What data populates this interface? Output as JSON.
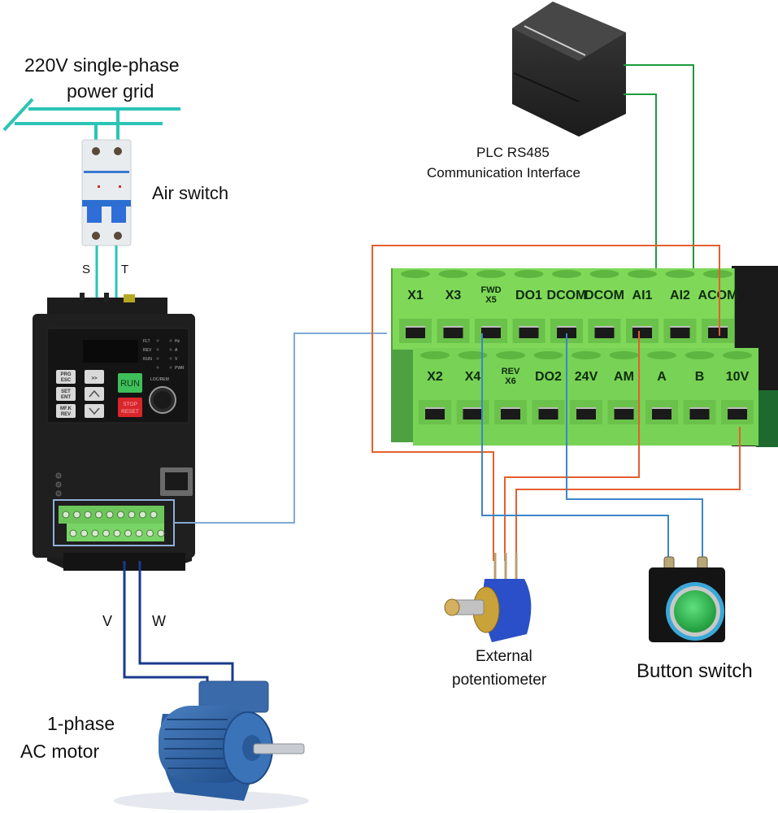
{
  "labels": {
    "power_grid_line1": "220V single-phase",
    "power_grid_line2": "power grid",
    "air_switch": "Air switch",
    "phase_s": "S",
    "phase_t": "T",
    "motor_v": "V",
    "motor_w": "W",
    "motor_line1": "1-phase",
    "motor_line2": "AC motor",
    "plc_line1": "PLC RS485",
    "plc_line2": "Communication Interface",
    "pot_line1": "External",
    "pot_line2": "potentiometer",
    "button_switch": "Button switch"
  },
  "inverter": {
    "keys": {
      "prg": [
        "PRG",
        "ESC"
      ],
      "set": [
        "SET",
        "ENT"
      ],
      "mfk": [
        "MF.K",
        "REV"
      ],
      "shift": ">>",
      "up": "^",
      "down": "v",
      "run": "RUN",
      "stop": [
        "STOP",
        "RESET"
      ],
      "loc_rem": "LOC/REM"
    },
    "leds_left": [
      "FLT",
      "REV",
      "RUN"
    ],
    "leds_right": [
      "Hz",
      "A",
      "V",
      "PWR"
    ]
  },
  "terminals": {
    "top_row": [
      {
        "l1": "X1"
      },
      {
        "l1": "X3"
      },
      {
        "l1": "FWD",
        "l2": "X5"
      },
      {
        "l1": "DO1"
      },
      {
        "l1": "DCOM"
      },
      {
        "l1": "DCOM"
      },
      {
        "l1": "AI1"
      },
      {
        "l1": "AI2"
      },
      {
        "l1": "ACOM"
      }
    ],
    "bottom_row": [
      {
        "l1": "X2"
      },
      {
        "l1": "X4"
      },
      {
        "l1": "REV",
        "l2": "X6"
      },
      {
        "l1": "DO2"
      },
      {
        "l1": "24V"
      },
      {
        "l1": "AM"
      },
      {
        "l1": "A"
      },
      {
        "l1": "B"
      },
      {
        "l1": "10V"
      }
    ]
  },
  "wire_colors": {
    "power": "#2bc4b6",
    "motor": "#1a3a8a",
    "signal_orange": "#e4602e",
    "signal_blue": "#3a86cc",
    "rs485_green": "#1f9a3c",
    "link_lightblue": "#7fa9d6"
  }
}
